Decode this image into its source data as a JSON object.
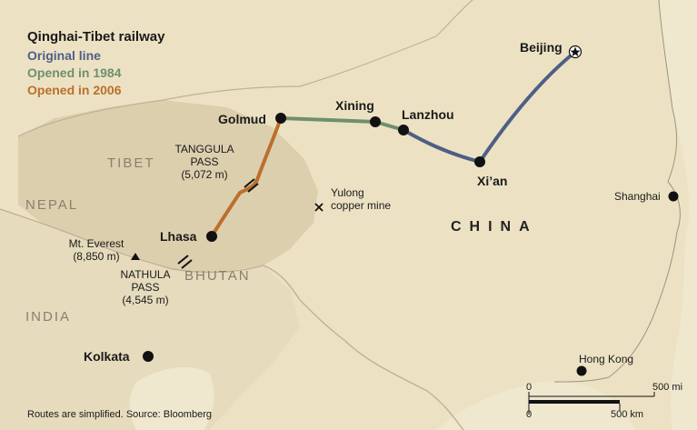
{
  "title": "Qinghai-Tibet railway",
  "legend": [
    {
      "label": "Original line",
      "color": "#4e5e86"
    },
    {
      "label": "Opened in 1984",
      "color": "#6f8f6e"
    },
    {
      "label": "Opened in 2006",
      "color": "#bb6f2c"
    }
  ],
  "cities": {
    "beijing": "Beijing",
    "xining": "Xining",
    "lanzhou": "Lanzhou",
    "golmud": "Golmud",
    "xian": "Xi’an",
    "lhasa": "Lhasa",
    "shanghai": "Shanghai",
    "kolkata": "Kolkata",
    "hongkong": "Hong Kong"
  },
  "regions": {
    "tibet": "TIBET",
    "nepal": "NEPAL",
    "bhutan": "BHUTAN",
    "india": "INDIA",
    "china": "CHINA"
  },
  "annotations": {
    "tanggula": {
      "name": "TANGGULA",
      "name2": "PASS",
      "elev": "(5,072 m)"
    },
    "nathula": {
      "name": "NATHULA",
      "name2": "PASS",
      "elev": "(4,545 m)"
    },
    "everest": {
      "name": "Mt. Everest",
      "elev": "(8,850 m)"
    },
    "yulong": {
      "name": "Yulong",
      "name2": "copper mine"
    }
  },
  "scale": {
    "top_zero": "0",
    "top_label": "500 mi",
    "bottom_zero": "0",
    "bottom_label": "500 km"
  },
  "footer": "Routes are simplified. Source: Bloomberg",
  "colors": {
    "land_china": "#f1e6c6",
    "land_plateau": "#ddd0b0",
    "land_foreign": "#e7ddc0",
    "water": "#e8e0c4"
  }
}
